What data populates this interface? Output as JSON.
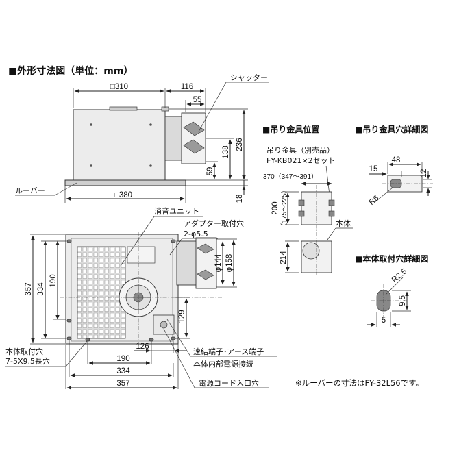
{
  "title": "■外形寸法図（単位：mm）",
  "side_view": {
    "width_label": "□310",
    "dim_116": "116",
    "dim_55": "55",
    "shutter_label": "シャッター",
    "dim_236": "236",
    "dim_138": "138",
    "dim_59": "59",
    "dim_18": "18",
    "louver_label": "ルーバー",
    "louver_size": "□380"
  },
  "top_view": {
    "silencer_label": "消音ユニット",
    "adapter_hole_label": "アダプター取付穴",
    "adapter_hole_spec": "2-φ5.5",
    "dia_144": "φ144",
    "dia_158": "φ158",
    "dim_357_v": "357",
    "dim_334_v": "334",
    "dim_190_v": "190",
    "dim_129": "129",
    "dim_126": "126",
    "dim_190_h": "190",
    "dim_334_h": "334",
    "dim_357_h": "357",
    "mount_hole_label_1": "本体取付穴",
    "mount_hole_label_2": "7-5X9.5長穴",
    "terminal_label": "速結端子･アース端子",
    "internal_power_label": "本体内部電源接続",
    "cord_inlet_label": "電源コード入口穴"
  },
  "hanger_position": {
    "title": "■吊り金具位置",
    "part_label": "吊り金具（別売品）",
    "part_code": "FY-KB021×2セット",
    "dim_370": "370（347～391）",
    "dim_200": "200",
    "dim_200_range": "（175～225）",
    "body_label": "本体",
    "dim_214": "214"
  },
  "hanger_hole_detail": {
    "title": "■吊り金具穴詳細図",
    "dim_48": "48",
    "dim_15": "15",
    "dim_12": "12",
    "dim_r6": "R6"
  },
  "body_hole_detail": {
    "title": "■本体取付穴詳細図",
    "dim_r25": "R2.5",
    "dim_95": "9.5",
    "dim_5": "5"
  },
  "footnote": "※ルーバーの寸法はFY-32L56です。"
}
